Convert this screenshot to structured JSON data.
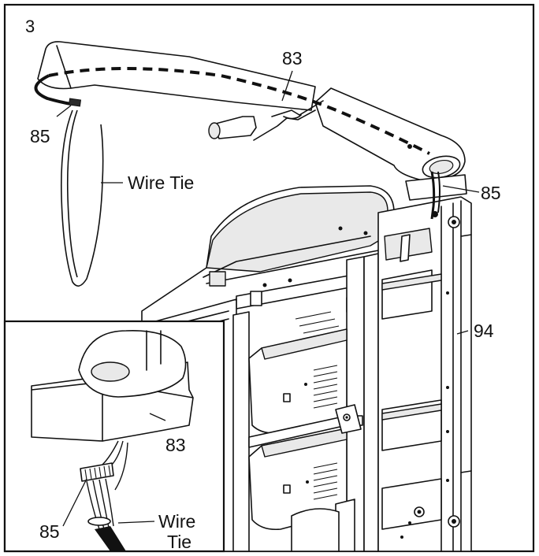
{
  "diagram": {
    "step_number": "3",
    "labels": {
      "upright_top": "83",
      "wire_left": "85",
      "wire_tie_main": "Wire Tie",
      "wire_right": "85",
      "frame_upright": "94",
      "inset_upright": "83",
      "inset_wire": "85",
      "inset_wire_tie_line1": "Wire",
      "inset_wire_tie_line2": "Tie"
    }
  }
}
